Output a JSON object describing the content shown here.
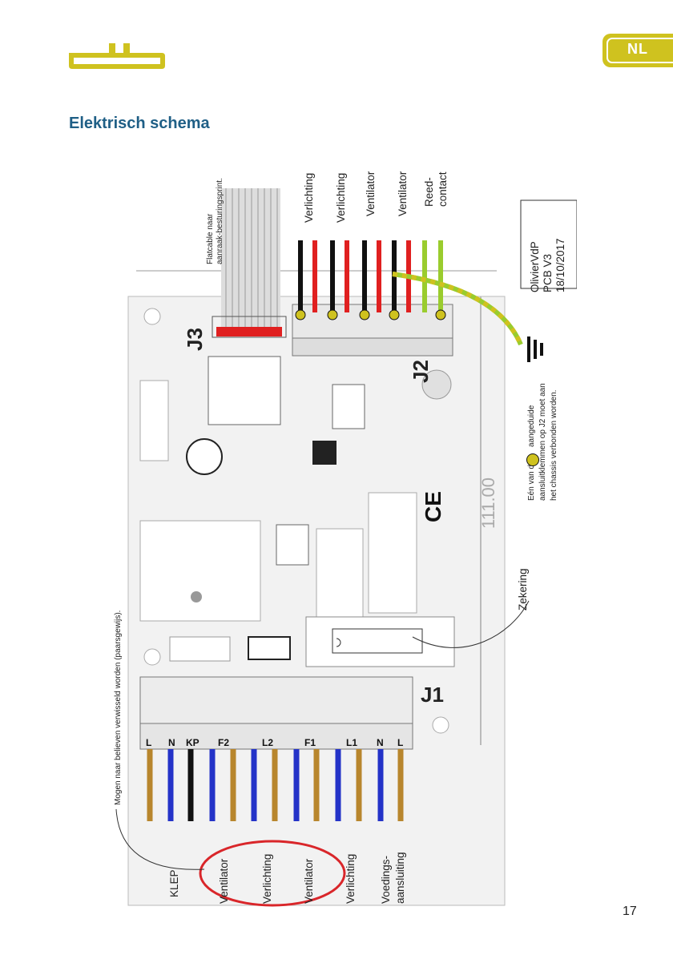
{
  "header": {
    "language": "NL",
    "page_title": "Elektrisch schema"
  },
  "labels": {
    "flatcable": [
      "Flatcable naar",
      "aanraak-besturingsprint."
    ],
    "j2_wires": [
      "Verlichting",
      "Verlichting",
      "Ventilator",
      "Ventilator",
      "Reed-",
      "contact"
    ],
    "pcb_label": [
      "OlivierVdP",
      "PCB V3",
      "18/10/2017"
    ],
    "j3": "J3",
    "j2": "J2",
    "j1": "J1",
    "dimension": "111.00",
    "ce_mark": "CE",
    "chassis_note": [
      "Eén van de",
      "aangeduide",
      "aansluitklemmen op J2 moet aan",
      "het chassis verbonden worden."
    ],
    "fuse": "Zekering",
    "swap_note": "Mogen naar believen verwisseld worden (paarsgewijs).",
    "j1_terminals": [
      "L",
      "N",
      "KP",
      "F2",
      "L2",
      "F1",
      "L1",
      "N",
      "L"
    ],
    "j1_wires": [
      "KLEP",
      "Ventilator",
      "Verlichting",
      "Ventilator",
      "Verlichting",
      "Voedings-",
      "aansluiting"
    ]
  },
  "colors": {
    "accent_yellow": "#cfc21f",
    "title_blue": "#1f5f86",
    "wire_brown": "#b8862d",
    "wire_blue": "#2433c8",
    "wire_black": "#111111",
    "wire_red": "#e02020",
    "wire_green": "#9acc2e",
    "highlight_red": "#d9262a"
  },
  "footer": {
    "page_number": "17"
  }
}
